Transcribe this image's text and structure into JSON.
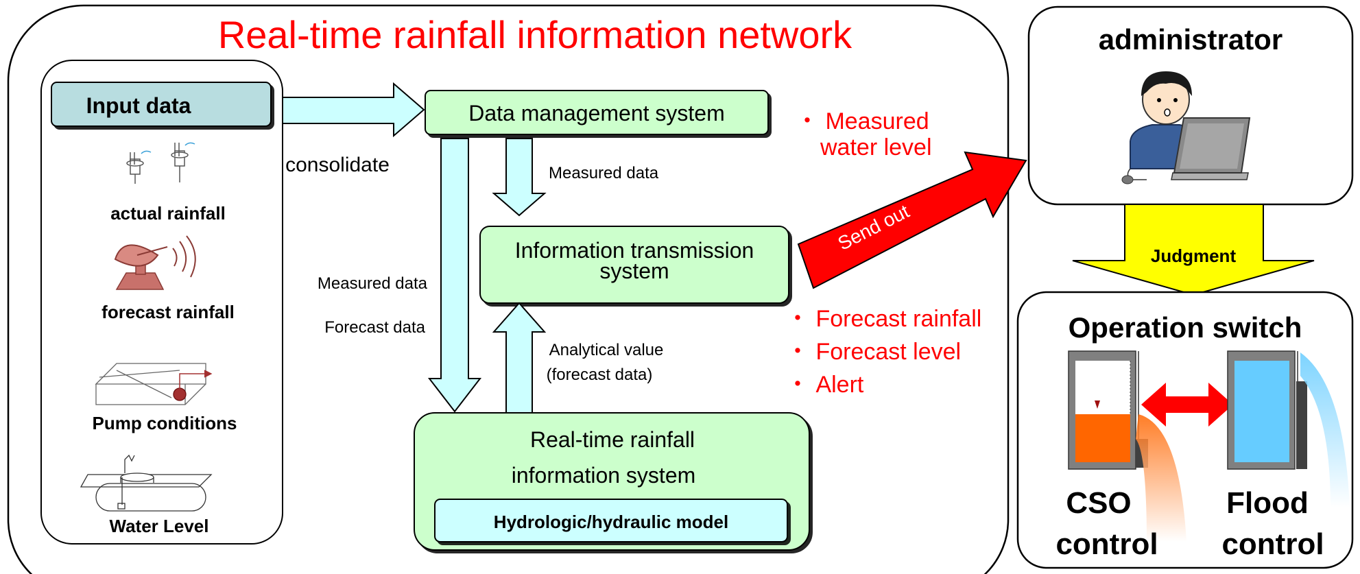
{
  "network": {
    "title": "Real-time rainfall information network"
  },
  "inputs": {
    "header": "Input data",
    "items": [
      "actual rainfall",
      "forecast rainfall",
      "Pump conditions",
      "Water Level"
    ]
  },
  "flow": {
    "consolidate": "consolidate",
    "measured_data_right": "Measured data",
    "measured_data_left": "Measured data",
    "forecast_data_left": "Forecast data",
    "analytical_value_line1": "Analytical value",
    "analytical_value_line2": "(forecast data)",
    "send_out": "Send out"
  },
  "systems": {
    "data_management": "Data management system",
    "transmission_line1": "Information transmission",
    "transmission_line2": "system",
    "realtime_line1": "Real-time rainfall",
    "realtime_line2": "information system",
    "model": "Hydrologic/hydraulic model"
  },
  "outputs": {
    "top_line1": "・ Measured",
    "top_line2": "water level",
    "bottom": [
      "・ Forecast rainfall",
      "・ Forecast level",
      "・ Alert"
    ]
  },
  "administrator": {
    "title": "administrator",
    "judgment": "Judgment"
  },
  "operation": {
    "title": "Operation switch",
    "cso_line1": "CSO",
    "cso_line2": "control",
    "flood_line1": "Flood",
    "flood_line2": "control"
  },
  "colors": {
    "box_green": "#ccffcc",
    "box_cyan": "#ccffff",
    "input_header": "#b8dde0",
    "arrow_cyan": "#ccffff",
    "send_out_red": "#ff0000",
    "judgment_yellow": "#ffff00",
    "title_red": "#ff0000",
    "cso_orange": "#ff6600",
    "flood_blue": "#66ccff"
  }
}
